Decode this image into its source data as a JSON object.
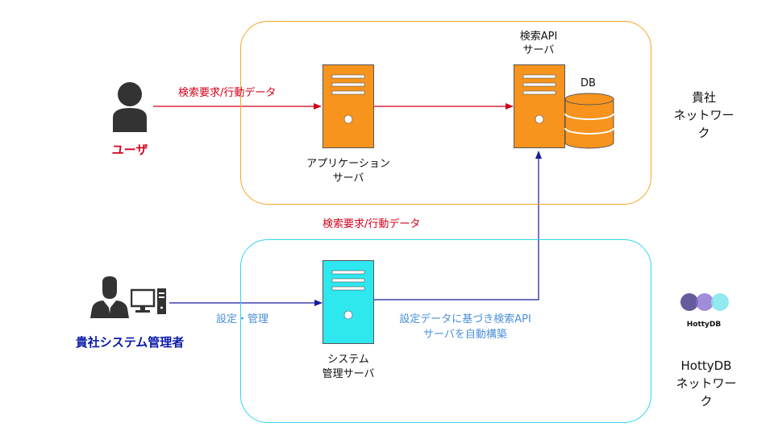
{
  "colors": {
    "company_border": "#f5a623",
    "hotty_border": "#2fd6f0",
    "server_orange": "#f7941d",
    "server_cyan": "#2ee7ef",
    "arrow_red": "#d0021b",
    "arrow_blue": "#1a1aa0",
    "label_red": "#d0021b",
    "label_blue": "#4a90d9",
    "admin_blue": "#0a1aa8"
  },
  "company_network": {
    "label": "貴社\nネットワーク"
  },
  "hotty_network": {
    "label": "HottyDB\nネットワーク"
  },
  "user": {
    "label": "ユーザ",
    "icon": "user-icon"
  },
  "admin": {
    "label": "貴社システム管理者",
    "icon": "admin-person-icon",
    "pc_icon": "desktop-computer-icon"
  },
  "app_server": {
    "label": "アプリケーション\nサーバ"
  },
  "search_server": {
    "label": "検索API\nサーバ"
  },
  "db": {
    "label": "DB"
  },
  "mgmt_server": {
    "label": "システム\n管理サーバ"
  },
  "arrows": {
    "user_to_app": "検索要求/行動データ",
    "mid_label": "検索要求/行動データ",
    "admin_to_mgmt": "設定・管理",
    "mgmt_to_search": "設定データに基づき検索API\nサーバを自動構築"
  },
  "logo": {
    "text": "HottyDB"
  }
}
